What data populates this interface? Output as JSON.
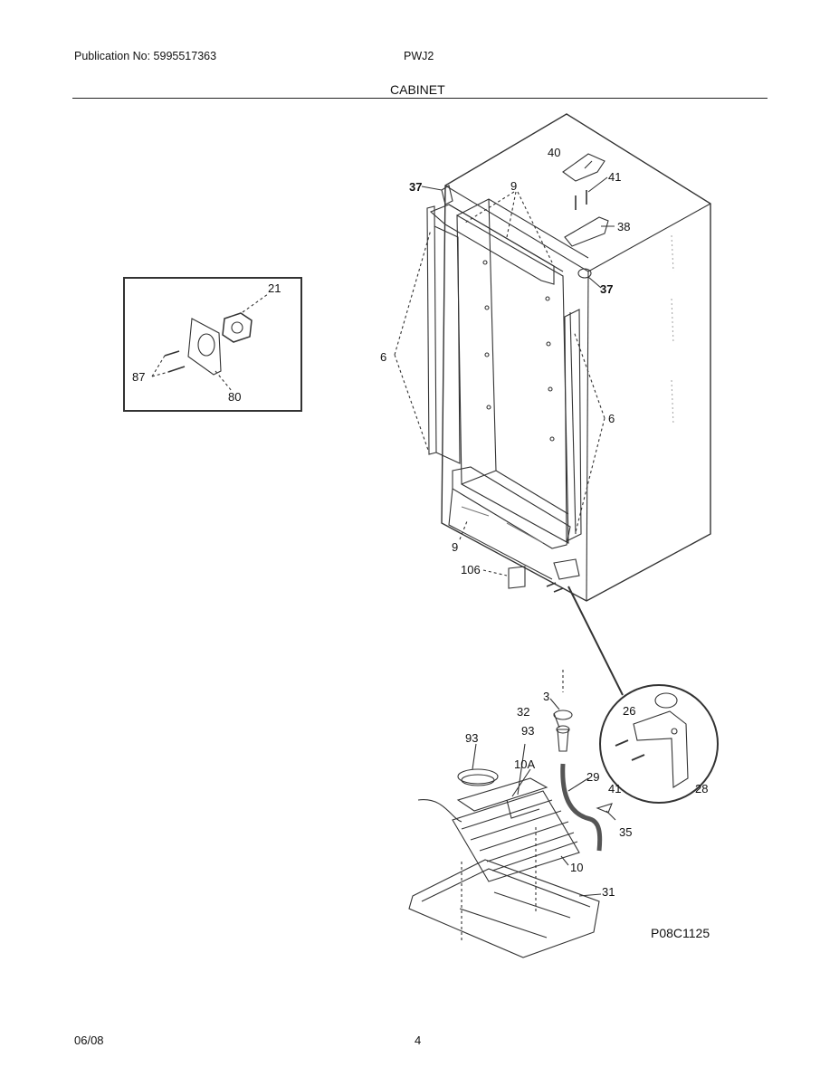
{
  "header": {
    "publication": "Publication No: 5995517363",
    "model": "PWJ2",
    "title": "CABINET"
  },
  "footer": {
    "date": "06/08",
    "page": "4"
  },
  "diagram": {
    "figure_code": "P08C1125",
    "callouts": {
      "c40": "40",
      "c41a": "41",
      "c38": "38",
      "c37a": "37",
      "c37b": "37",
      "c9a": "9",
      "c9b": "9",
      "c6a": "6",
      "c6b": "6",
      "c106": "106",
      "c21": "21",
      "c87": "87",
      "c80": "80",
      "c3": "3",
      "c32": "32",
      "c93a": "93",
      "c93b": "93",
      "c10A": "10A",
      "c29": "29",
      "c26": "26",
      "c41b": "41",
      "c28": "28",
      "c35": "35",
      "c10": "10",
      "c31": "31"
    }
  }
}
